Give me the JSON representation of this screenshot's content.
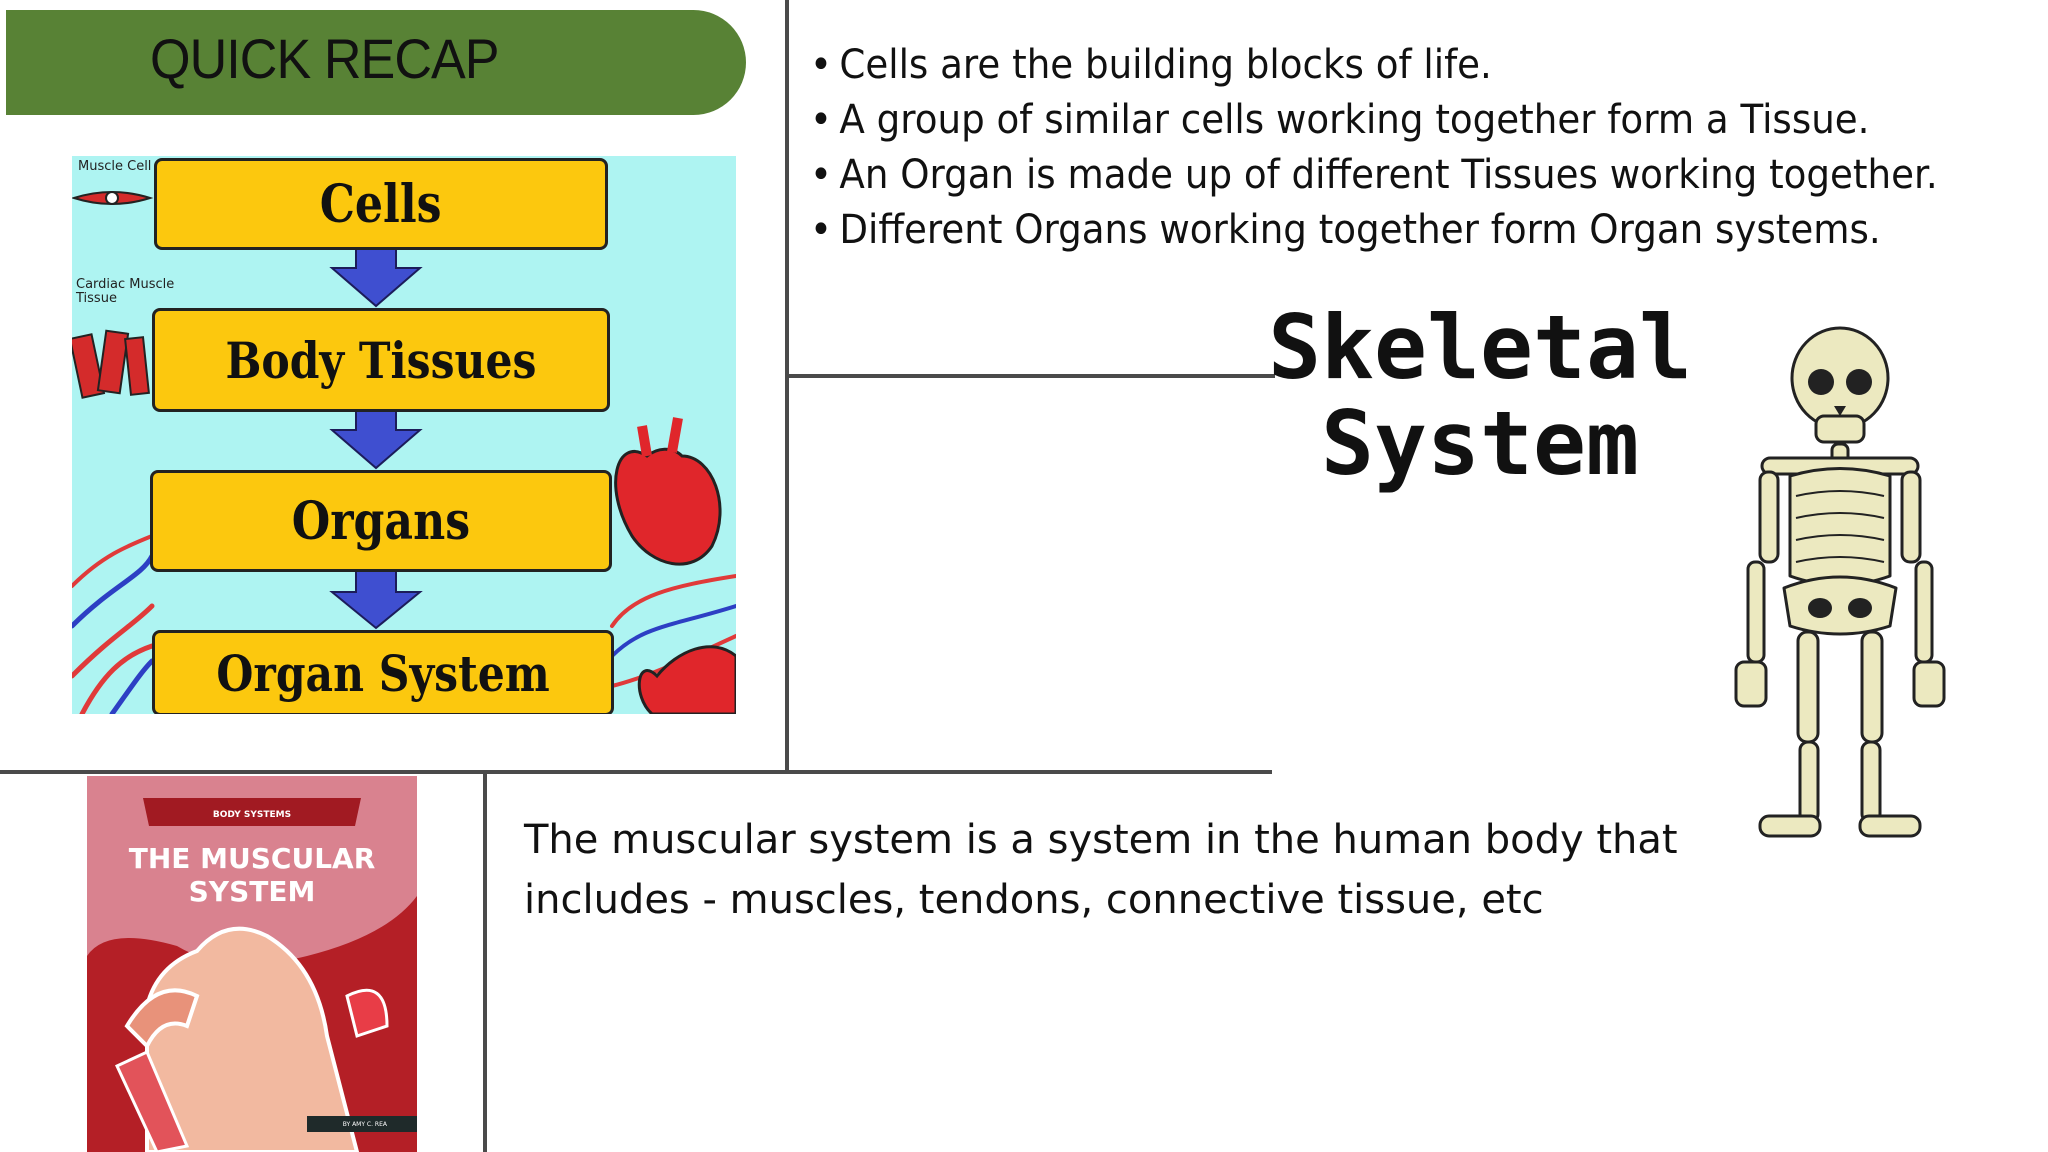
{
  "header": {
    "title": "QUICK RECAP"
  },
  "bullets": [
    "Cells are the building blocks of life.",
    "A group of similar cells working together form a Tissue.",
    "An Organ is made up of different Tissues working together.",
    "Different Organs working together form Organ systems."
  ],
  "flowchart": {
    "levels": [
      "Cells",
      "Body Tissues",
      "Organs",
      "Organ System"
    ],
    "annotations": {
      "muscle_cell": "Muscle Cell",
      "cardiac_tissue": "Cardiac Muscle Tissue"
    }
  },
  "skeletal": {
    "title_line1": "Skeletal",
    "title_line2": "System"
  },
  "muscular": {
    "text": "The muscular system is a system in the human body that includes - muscles, tendons, connective tissue, etc"
  },
  "book": {
    "series": "BODY SYSTEMS",
    "title": "THE MUSCULAR SYSTEM",
    "author": "BY AMY C. REA"
  },
  "colors": {
    "header_bg": "#588235",
    "flow_box": "#fcc80e",
    "flow_bg": "#aef4f2",
    "arrow": "#3f4fd0",
    "book_bg": "#b41f26"
  }
}
